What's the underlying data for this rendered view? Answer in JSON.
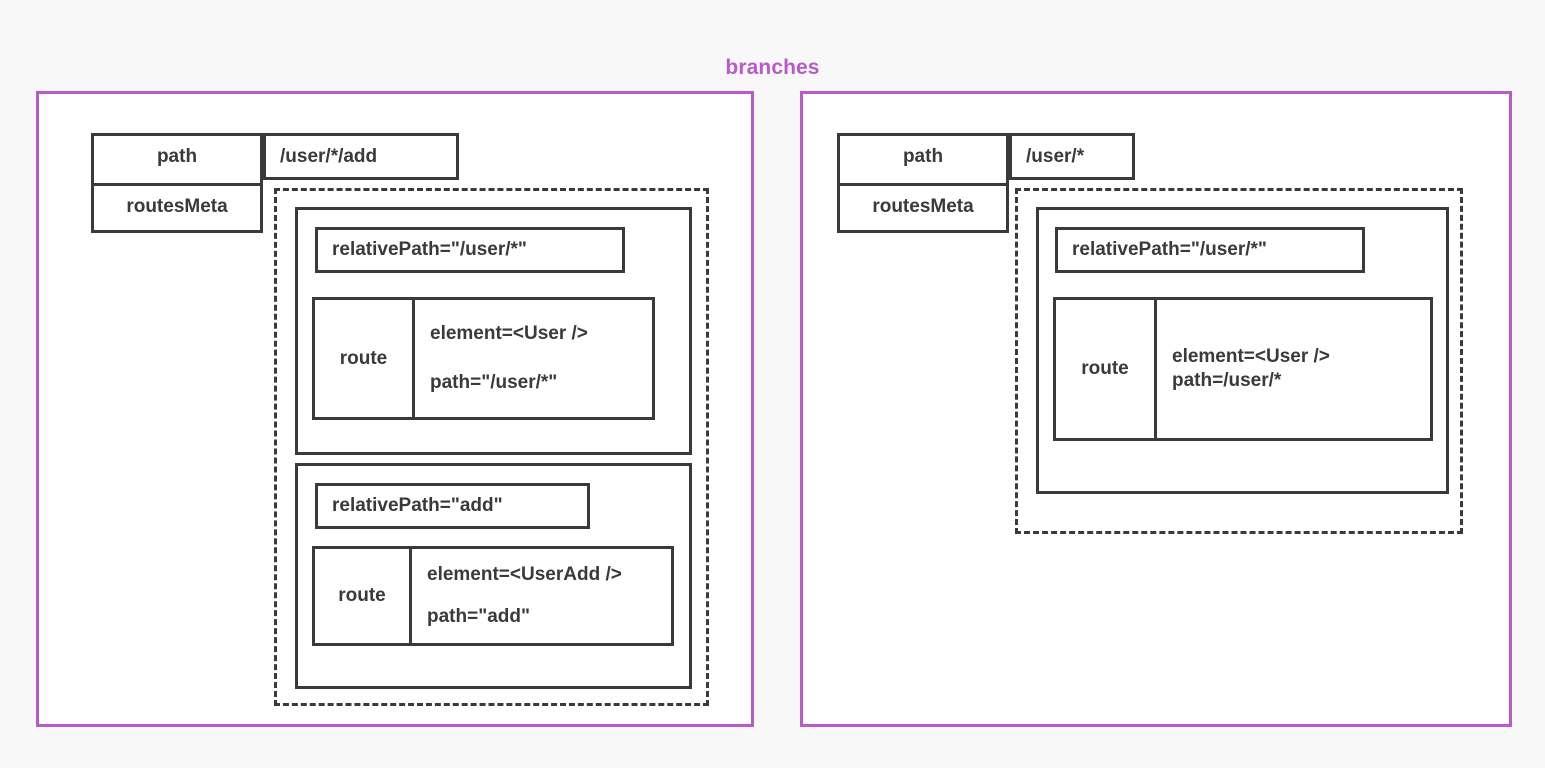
{
  "title": "branches",
  "theme": {
    "accent": "#b85bc8",
    "stroke": "#3a3a3a",
    "panel_bg": "#ffffff",
    "page_bg": "#f8f8f8"
  },
  "branches": [
    {
      "meta": {
        "path_label": "path",
        "path_value": "/user/*/add",
        "routes_meta_label": "routesMeta"
      },
      "routes_meta": [
        {
          "relative_path": "relativePath=\"/user/*\"",
          "route_key": "route",
          "route_attrs": [
            "element=<User />",
            "path=\"/user/*\""
          ],
          "attr_spacing": "spaced"
        },
        {
          "relative_path": "relativePath=\"add\"",
          "route_key": "route",
          "route_attrs": [
            "element=<UserAdd />",
            "path=\"add\""
          ],
          "attr_spacing": "spaced"
        }
      ]
    },
    {
      "meta": {
        "path_label": "path",
        "path_value": "/user/*",
        "routes_meta_label": "routesMeta"
      },
      "routes_meta": [
        {
          "relative_path": "relativePath=\"/user/*\"",
          "route_key": "route",
          "route_attrs": [
            "element=<User />",
            "path=/user/*"
          ],
          "attr_spacing": "tight"
        }
      ]
    }
  ]
}
